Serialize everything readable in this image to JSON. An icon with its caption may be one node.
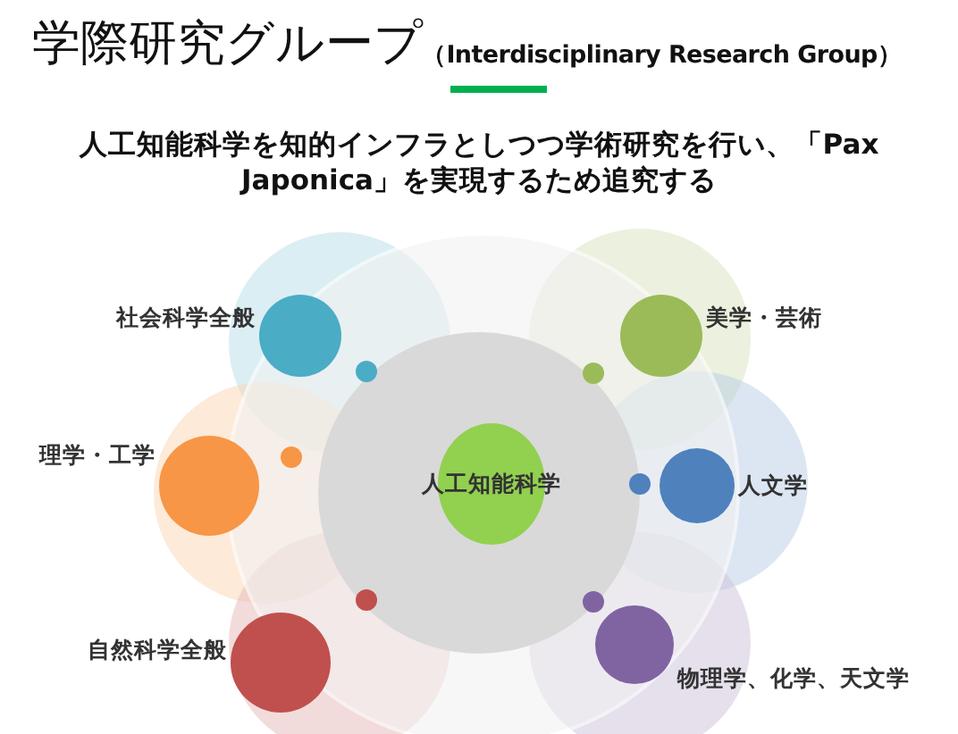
{
  "diagram": {
    "title": "学際研究グループ",
    "nodes": [
      {
        "text": [
          "人工知能科学"
        ]
      },
      {
        "text": [
          "社会科学全般"
        ]
      },
      {
        "text": [
          "美学・芸術"
        ]
      },
      {
        "text": [
          "理学・工学"
        ]
      },
      {
        "text": [
          "人文学"
        ]
      },
      {
        "text": [
          "自然科学全般"
        ]
      },
      {
        "text": [
          "物理学、化学、天文学"
        ]
      }
    ],
    "edges": [],
    "labels": [
      "（Interdisciplinary Research Group）",
      "人工知能科学を知的インフラとしつつ学術研究を行い、「Pax Japonica」を実現するため追究する"
    ]
  }
}
